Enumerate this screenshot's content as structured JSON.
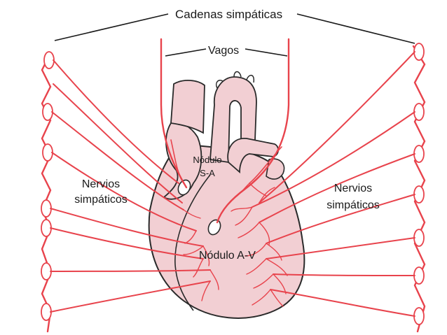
{
  "labels": {
    "chains": "Cadenas simpáticas",
    "vagus": "Vagos",
    "sa_line1": "Nódulo",
    "sa_line2": "S-A",
    "nerves_left_line1": "Nervios",
    "nerves_left_line2": "simpáticos",
    "nerves_right_line1": "Nervios",
    "nerves_right_line2": "simpáticos",
    "av_node": "Nódulo A-V"
  },
  "colors": {
    "nerve": "#e8434c",
    "heart_fill": "#f2cfd3",
    "heart_outline": "#2a2a2a",
    "text": "#1a1a1a"
  }
}
